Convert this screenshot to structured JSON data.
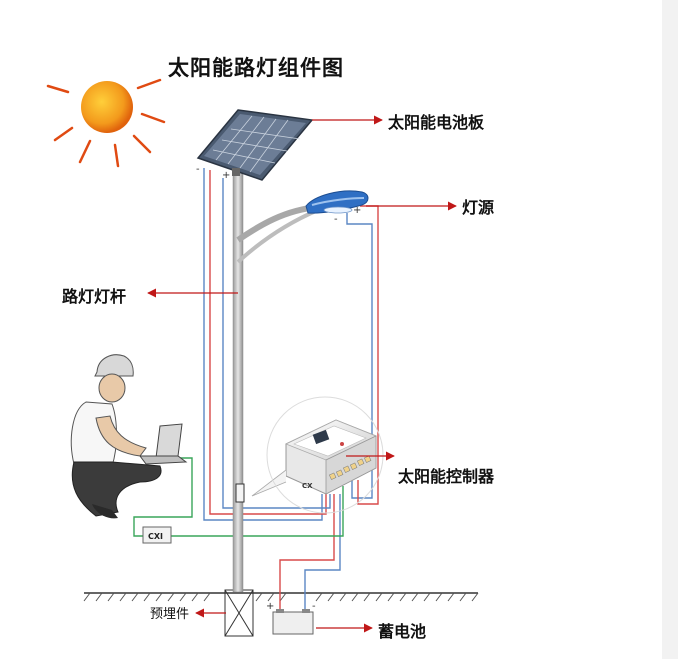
{
  "diagram": {
    "title": "太阳能路灯组件图",
    "labels": {
      "solar_panel": "太阳能电池板",
      "light_source": "灯源",
      "light_pole": "路灯灯杆",
      "controller": "太阳能控制器",
      "battery": "蓄电池",
      "embedded_part": "预埋件"
    },
    "small_text": {
      "controller_brand": "CX",
      "meter_brand": "CXI"
    },
    "colors": {
      "sun": "#f39a1c",
      "arrow": "#c01818",
      "wire_red": "#d84a4a",
      "wire_blue": "#5b87c4",
      "wire_green": "#3aa55a",
      "pole": "#c8c8c8",
      "lamp": "#2f6fc4"
    }
  }
}
